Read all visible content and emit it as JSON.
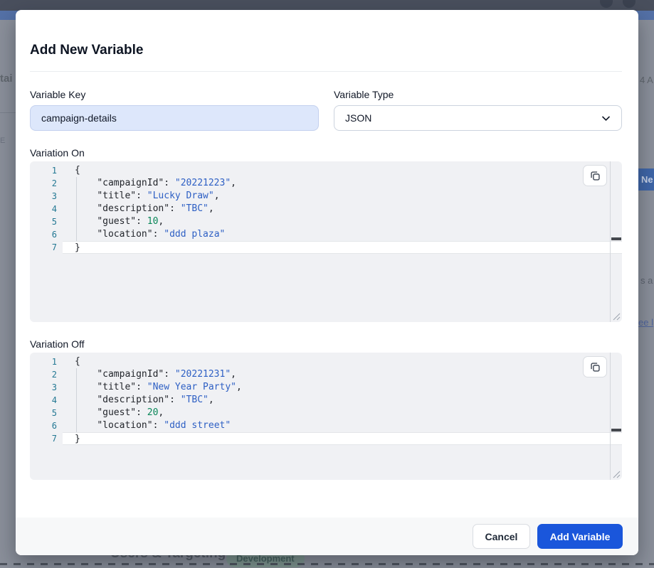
{
  "colors": {
    "accent": "#1a56db",
    "editor_bg": "#f0f1f4",
    "line_number": "#237893",
    "token_key": "#22252b",
    "token_string": "#2d5fc4",
    "token_number": "#098658",
    "input_bg": "#dde7fb",
    "input_border": "#c3d0ee"
  },
  "backdrop": {
    "fragments": {
      "left_text_1": "tai",
      "left_text_2": "E",
      "right_text_1": "4 A",
      "right_button": "Ne",
      "right_text_2": "s a",
      "right_link": "ee l",
      "bottom_heading": "Users & Targeting",
      "bottom_badge": "Development"
    }
  },
  "modal": {
    "title": "Add New Variable",
    "fields": {
      "variable_key": {
        "label": "Variable Key",
        "value": "campaign-details"
      },
      "variable_type": {
        "label": "Variable Type",
        "value": "JSON"
      }
    },
    "editors": {
      "variation_on": {
        "label": "Variation On",
        "active_line": 7,
        "lines": [
          "{",
          "    \"campaignId\": \"20221223\",",
          "    \"title\": \"Lucky Draw\",",
          "    \"description\": \"TBC\",",
          "    \"guest\": 10,",
          "    \"location\": \"ddd plaza\"",
          "}"
        ]
      },
      "variation_off": {
        "label": "Variation Off",
        "active_line": 7,
        "lines": [
          "{",
          "    \"campaignId\": \"20221231\",",
          "    \"title\": \"New Year Party\",",
          "    \"description\": \"TBC\",",
          "    \"guest\": 20,",
          "    \"location\": \"ddd street\"",
          "}"
        ]
      }
    },
    "footer": {
      "cancel_label": "Cancel",
      "submit_label": "Add Variable"
    }
  }
}
